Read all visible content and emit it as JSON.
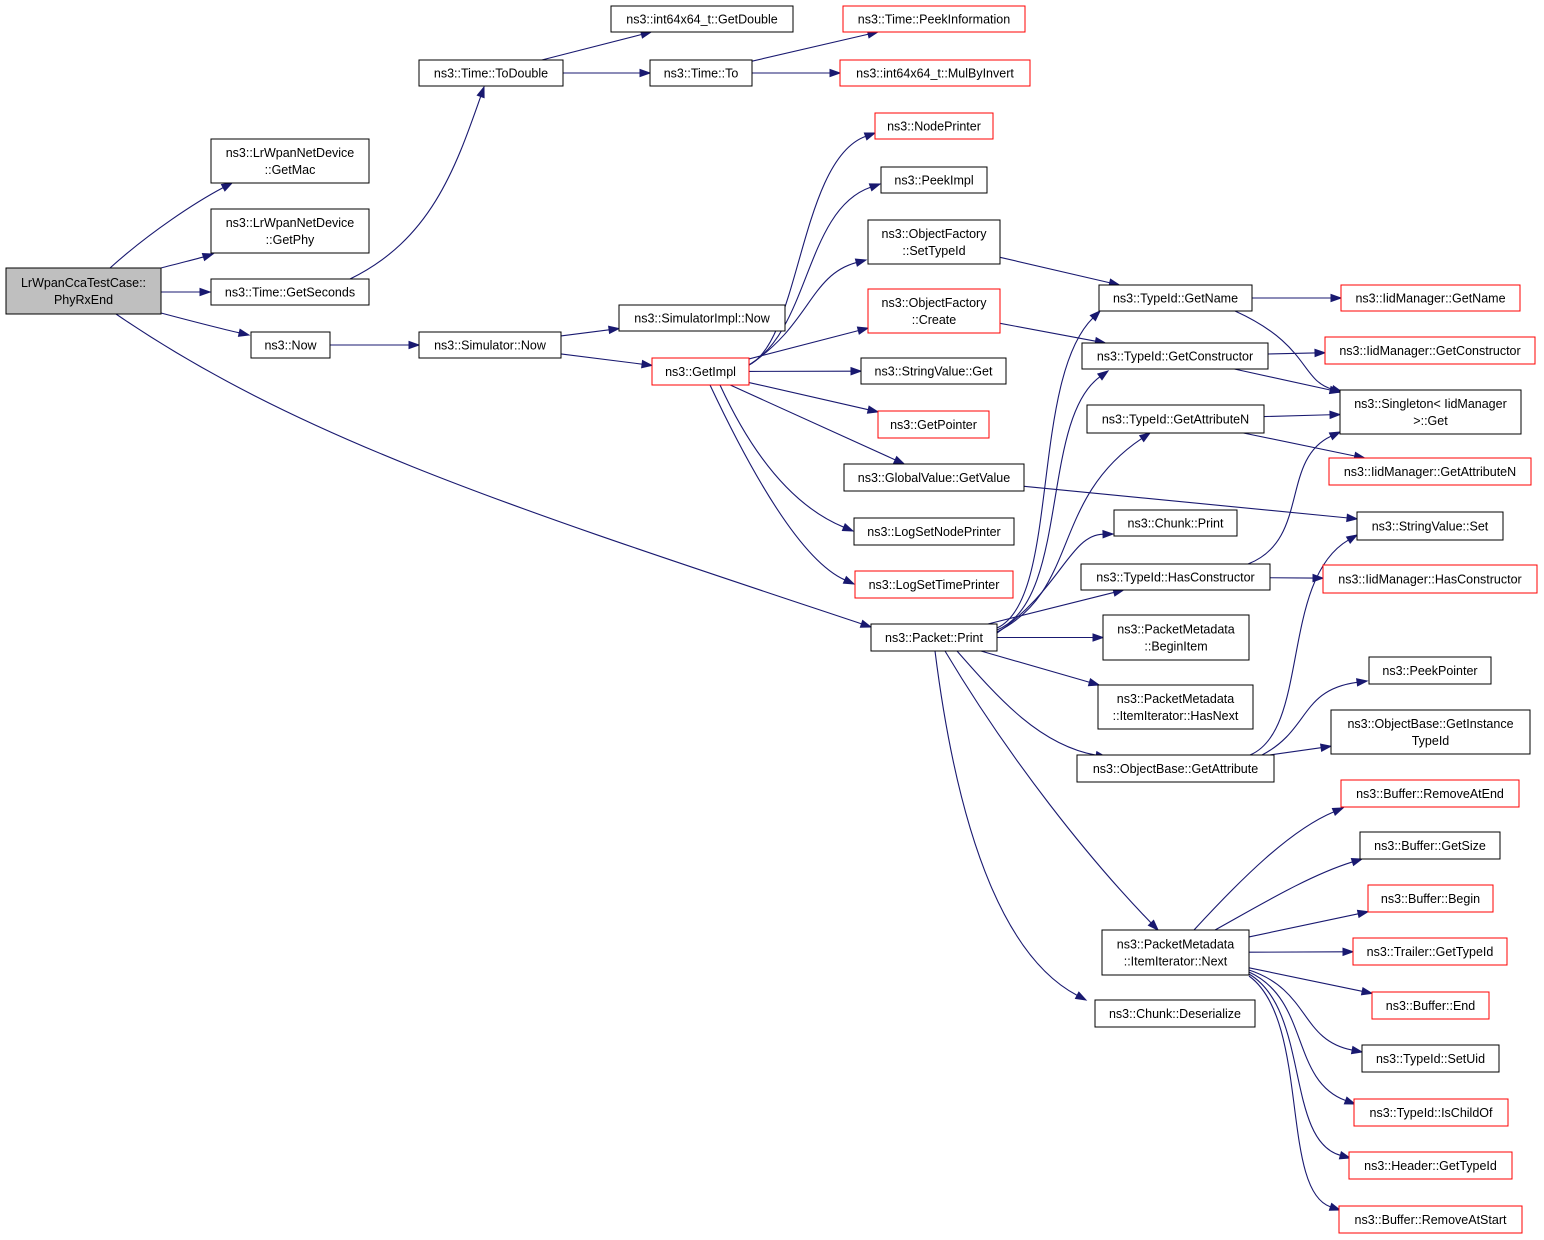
{
  "colors": {
    "edge": "#191970",
    "root_fill": "#bfbfbf",
    "node_border": "#000000",
    "truncated_border": "#ff0000",
    "background": "#ffffff"
  },
  "nodes": [
    {
      "id": "root",
      "lines": [
        "LrWpanCcaTestCase::",
        "PhyRxEnd"
      ],
      "style": "root"
    },
    {
      "id": "getmac",
      "lines": [
        "ns3::LrWpanNetDevice",
        "::GetMac"
      ],
      "style": "normal"
    },
    {
      "id": "getphy",
      "lines": [
        "ns3::LrWpanNetDevice",
        "::GetPhy"
      ],
      "style": "normal"
    },
    {
      "id": "getseconds",
      "lines": [
        "ns3::Time::GetSeconds"
      ],
      "style": "normal"
    },
    {
      "id": "now",
      "lines": [
        "ns3::Now"
      ],
      "style": "normal"
    },
    {
      "id": "todouble",
      "lines": [
        "ns3::Time::ToDouble"
      ],
      "style": "normal"
    },
    {
      "id": "int64getdouble",
      "lines": [
        "ns3::int64x64_t::GetDouble"
      ],
      "style": "normal"
    },
    {
      "id": "timeto",
      "lines": [
        "ns3::Time::To"
      ],
      "style": "normal"
    },
    {
      "id": "peekinfo",
      "lines": [
        "ns3::Time::PeekInformation"
      ],
      "style": "truncated"
    },
    {
      "id": "mulbyinvert",
      "lines": [
        "ns3::int64x64_t::MulByInvert"
      ],
      "style": "truncated"
    },
    {
      "id": "simnow",
      "lines": [
        "ns3::Simulator::Now"
      ],
      "style": "normal"
    },
    {
      "id": "simimplnow",
      "lines": [
        "ns3::SimulatorImpl::Now"
      ],
      "style": "normal"
    },
    {
      "id": "getimpl",
      "lines": [
        "ns3::GetImpl"
      ],
      "style": "truncated"
    },
    {
      "id": "nodeprinter",
      "lines": [
        "ns3::NodePrinter"
      ],
      "style": "truncated"
    },
    {
      "id": "peekimpl",
      "lines": [
        "ns3::PeekImpl"
      ],
      "style": "normal"
    },
    {
      "id": "ofsettypeid",
      "lines": [
        "ns3::ObjectFactory",
        "::SetTypeId"
      ],
      "style": "normal"
    },
    {
      "id": "ofcreate",
      "lines": [
        "ns3::ObjectFactory",
        "::Create"
      ],
      "style": "truncated"
    },
    {
      "id": "stringvalueget",
      "lines": [
        "ns3::StringValue::Get"
      ],
      "style": "normal"
    },
    {
      "id": "getpointer",
      "lines": [
        "ns3::GetPointer"
      ],
      "style": "truncated"
    },
    {
      "id": "gvgetvalue",
      "lines": [
        "ns3::GlobalValue::GetValue"
      ],
      "style": "normal"
    },
    {
      "id": "logsetnodeprinter",
      "lines": [
        "ns3::LogSetNodePrinter"
      ],
      "style": "normal"
    },
    {
      "id": "logsettimeprinter",
      "lines": [
        "ns3::LogSetTimePrinter"
      ],
      "style": "truncated"
    },
    {
      "id": "packetprint",
      "lines": [
        "ns3::Packet::Print"
      ],
      "style": "normal"
    },
    {
      "id": "typeidgetname",
      "lines": [
        "ns3::TypeId::GetName"
      ],
      "style": "normal"
    },
    {
      "id": "typeidgetctor",
      "lines": [
        "ns3::TypeId::GetConstructor"
      ],
      "style": "normal"
    },
    {
      "id": "typeidgetattrn",
      "lines": [
        "ns3::TypeId::GetAttributeN"
      ],
      "style": "normal"
    },
    {
      "id": "chunkprint",
      "lines": [
        "ns3::Chunk::Print"
      ],
      "style": "normal"
    },
    {
      "id": "typeidhasctor",
      "lines": [
        "ns3::TypeId::HasConstructor"
      ],
      "style": "normal"
    },
    {
      "id": "pmbeginitem",
      "lines": [
        "ns3::PacketMetadata",
        "::BeginItem"
      ],
      "style": "normal"
    },
    {
      "id": "pmhasnext",
      "lines": [
        "ns3::PacketMetadata",
        "::ItemIterator::HasNext"
      ],
      "style": "normal"
    },
    {
      "id": "obgetattr",
      "lines": [
        "ns3::ObjectBase::GetAttribute"
      ],
      "style": "normal"
    },
    {
      "id": "pmnext",
      "lines": [
        "ns3::PacketMetadata",
        "::ItemIterator::Next"
      ],
      "style": "normal"
    },
    {
      "id": "chunkdeser",
      "lines": [
        "ns3::Chunk::Deserialize"
      ],
      "style": "normal"
    },
    {
      "id": "iidgetname",
      "lines": [
        "ns3::IidManager::GetName"
      ],
      "style": "truncated"
    },
    {
      "id": "iidgetctor",
      "lines": [
        "ns3::IidManager::GetConstructor"
      ],
      "style": "truncated"
    },
    {
      "id": "singletonget",
      "lines": [
        "ns3::Singleton< IidManager",
        ">::Get"
      ],
      "style": "normal"
    },
    {
      "id": "iidgetattrn",
      "lines": [
        "ns3::IidManager::GetAttributeN"
      ],
      "style": "truncated"
    },
    {
      "id": "stringvalueset",
      "lines": [
        "ns3::StringValue::Set"
      ],
      "style": "normal"
    },
    {
      "id": "iidhasctor",
      "lines": [
        "ns3::IidManager::HasConstructor"
      ],
      "style": "truncated"
    },
    {
      "id": "peekpointer",
      "lines": [
        "ns3::PeekPointer"
      ],
      "style": "normal"
    },
    {
      "id": "obgetinsttypeid",
      "lines": [
        "ns3::ObjectBase::GetInstance",
        "TypeId"
      ],
      "style": "normal"
    },
    {
      "id": "bufremoveatend",
      "lines": [
        "ns3::Buffer::RemoveAtEnd"
      ],
      "style": "truncated"
    },
    {
      "id": "bufgetsize",
      "lines": [
        "ns3::Buffer::GetSize"
      ],
      "style": "normal"
    },
    {
      "id": "bufbegin",
      "lines": [
        "ns3::Buffer::Begin"
      ],
      "style": "truncated"
    },
    {
      "id": "trailergettypeid",
      "lines": [
        "ns3::Trailer::GetTypeId"
      ],
      "style": "truncated"
    },
    {
      "id": "bufend",
      "lines": [
        "ns3::Buffer::End"
      ],
      "style": "truncated"
    },
    {
      "id": "typeidsetuid",
      "lines": [
        "ns3::TypeId::SetUid"
      ],
      "style": "normal"
    },
    {
      "id": "typeidischildof",
      "lines": [
        "ns3::TypeId::IsChildOf"
      ],
      "style": "truncated"
    },
    {
      "id": "headergettypeid",
      "lines": [
        "ns3::Header::GetTypeId"
      ],
      "style": "truncated"
    },
    {
      "id": "bufremoveatstart",
      "lines": [
        "ns3::Buffer::RemoveAtStart"
      ],
      "style": "truncated"
    }
  ],
  "edges": [
    [
      "root",
      "getmac"
    ],
    [
      "root",
      "getphy"
    ],
    [
      "root",
      "getseconds"
    ],
    [
      "root",
      "now"
    ],
    [
      "root",
      "packetprint"
    ],
    [
      "getseconds",
      "todouble"
    ],
    [
      "todouble",
      "int64getdouble"
    ],
    [
      "todouble",
      "timeto"
    ],
    [
      "timeto",
      "peekinfo"
    ],
    [
      "timeto",
      "mulbyinvert"
    ],
    [
      "now",
      "simnow"
    ],
    [
      "simnow",
      "simimplnow"
    ],
    [
      "simnow",
      "getimpl"
    ],
    [
      "getimpl",
      "nodeprinter"
    ],
    [
      "getimpl",
      "peekimpl"
    ],
    [
      "getimpl",
      "ofsettypeid"
    ],
    [
      "getimpl",
      "ofcreate"
    ],
    [
      "getimpl",
      "stringvalueget"
    ],
    [
      "getimpl",
      "getpointer"
    ],
    [
      "getimpl",
      "gvgetvalue"
    ],
    [
      "getimpl",
      "logsetnodeprinter"
    ],
    [
      "getimpl",
      "logsettimeprinter"
    ],
    [
      "ofsettypeid",
      "typeidgetname"
    ],
    [
      "ofcreate",
      "typeidgetctor"
    ],
    [
      "gvgetvalue",
      "stringvalueset"
    ],
    [
      "packetprint",
      "typeidgetname"
    ],
    [
      "packetprint",
      "typeidgetctor"
    ],
    [
      "packetprint",
      "typeidgetattrn"
    ],
    [
      "packetprint",
      "chunkprint"
    ],
    [
      "packetprint",
      "typeidhasctor"
    ],
    [
      "packetprint",
      "pmbeginitem"
    ],
    [
      "packetprint",
      "pmhasnext"
    ],
    [
      "packetprint",
      "obgetattr"
    ],
    [
      "packetprint",
      "pmnext"
    ],
    [
      "packetprint",
      "chunkdeser"
    ],
    [
      "typeidgetname",
      "iidgetname"
    ],
    [
      "typeidgetname",
      "singletonget"
    ],
    [
      "typeidgetctor",
      "iidgetctor"
    ],
    [
      "typeidgetctor",
      "singletonget"
    ],
    [
      "typeidgetattrn",
      "singletonget"
    ],
    [
      "typeidgetattrn",
      "iidgetattrn"
    ],
    [
      "typeidhasctor",
      "singletonget"
    ],
    [
      "typeidhasctor",
      "iidhasctor"
    ],
    [
      "obgetattr",
      "peekpointer"
    ],
    [
      "obgetattr",
      "obgetinsttypeid"
    ],
    [
      "obgetattr",
      "stringvalueset"
    ],
    [
      "pmnext",
      "bufremoveatend"
    ],
    [
      "pmnext",
      "bufgetsize"
    ],
    [
      "pmnext",
      "bufbegin"
    ],
    [
      "pmnext",
      "trailergettypeid"
    ],
    [
      "pmnext",
      "bufend"
    ],
    [
      "pmnext",
      "typeidsetuid"
    ],
    [
      "pmnext",
      "typeidischildof"
    ],
    [
      "pmnext",
      "headergettypeid"
    ],
    [
      "pmnext",
      "bufremoveatstart"
    ]
  ]
}
